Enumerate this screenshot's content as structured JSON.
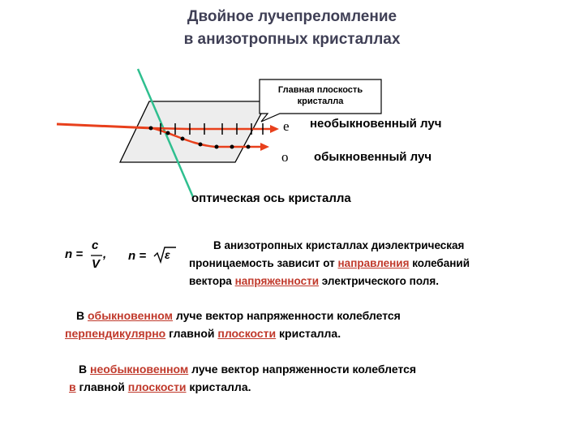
{
  "title": {
    "line1": "Двойное лучепреломление",
    "line2": "в анизотропных кристаллах"
  },
  "diagram": {
    "callout_line1": "Главная плоскость",
    "callout_line2": "кристалла",
    "e_symbol": "e",
    "o_symbol": "o",
    "e_ray_label": "необыкновенный луч",
    "o_ray_label": "обыкновенный луч",
    "optic_axis_label": "оптическая ось кристалла",
    "colors": {
      "ray": "#e8401c",
      "axis": "#2fbf8f",
      "crystal": "#ededed"
    }
  },
  "formulas": {
    "f1_lhs": "n =",
    "f1_num": "c",
    "f1_den": "V",
    "f1_end": ",",
    "f2_lhs": "n =",
    "f2_rad": "ε"
  },
  "para1": {
    "p1": "В анизотропных кристаллах диэлектрическая",
    "p2": "проницаемость зависит от ",
    "p3": "направления",
    "p4": " колебаний",
    "p5": "вектора ",
    "p6": "напряженности",
    "p7": " электрического поля."
  },
  "para2": {
    "p1": "В ",
    "p2": "обыкновенном",
    "p3": " луче вектор напряженности колеблется",
    "p4": "перпендикулярно",
    "p5": " главной ",
    "p6": "плоскости",
    "p7": " кристалла."
  },
  "para3": {
    "p1": "В ",
    "p2": "необыкновенном",
    "p3": " луче вектор напряженности колеблется",
    "p4": "в",
    "p5": " главной ",
    "p6": "плоскости",
    "p7": " кристалла."
  }
}
